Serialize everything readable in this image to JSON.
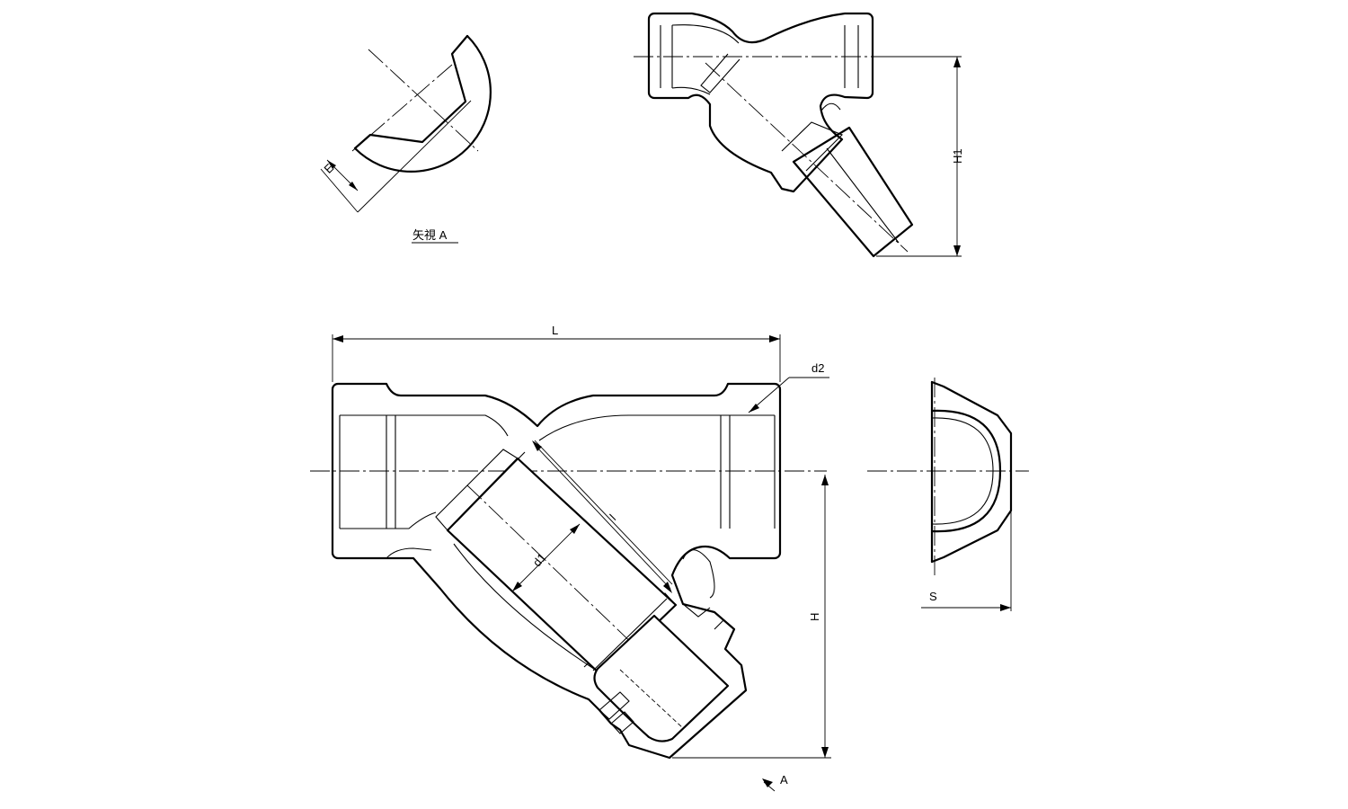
{
  "labels": {
    "view_a": "矢視 A",
    "arrow_a": "A",
    "dim_e": "E",
    "dim_h1": "H1",
    "dim_l": "L",
    "dim_d2": "d2",
    "dim_l_small": "l",
    "dim_d1": "d1",
    "dim_h": "H",
    "dim_s": "S"
  }
}
